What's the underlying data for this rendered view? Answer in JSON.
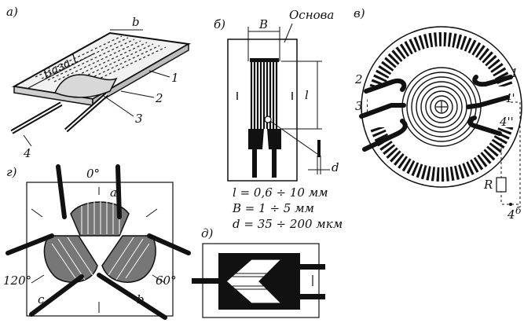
{
  "panels": {
    "a": {
      "tag": "а)",
      "base_label": "База l",
      "dim_b": "b",
      "callouts": [
        "1",
        "2",
        "3",
        "4"
      ]
    },
    "b": {
      "tag": "б)",
      "dim_B": "B",
      "base_label": "Основа",
      "dim_l": "l",
      "dim_d": "d",
      "formulas": [
        "l = 0,6 ÷ 10 мм",
        "B = 1 ÷ 5 мм",
        "d = 35 ÷ 200 мкм"
      ]
    },
    "v": {
      "tag": "в)",
      "callouts": [
        "1",
        "2",
        "3",
        "4'",
        "4''"
      ],
      "resistor": "R",
      "node": "4",
      "node_sup": "б"
    },
    "g": {
      "tag": "г)",
      "angles": [
        "0°",
        "120°",
        "60°"
      ],
      "sectors": [
        "a",
        "c",
        "b"
      ]
    },
    "d": {
      "tag": "д)"
    }
  }
}
